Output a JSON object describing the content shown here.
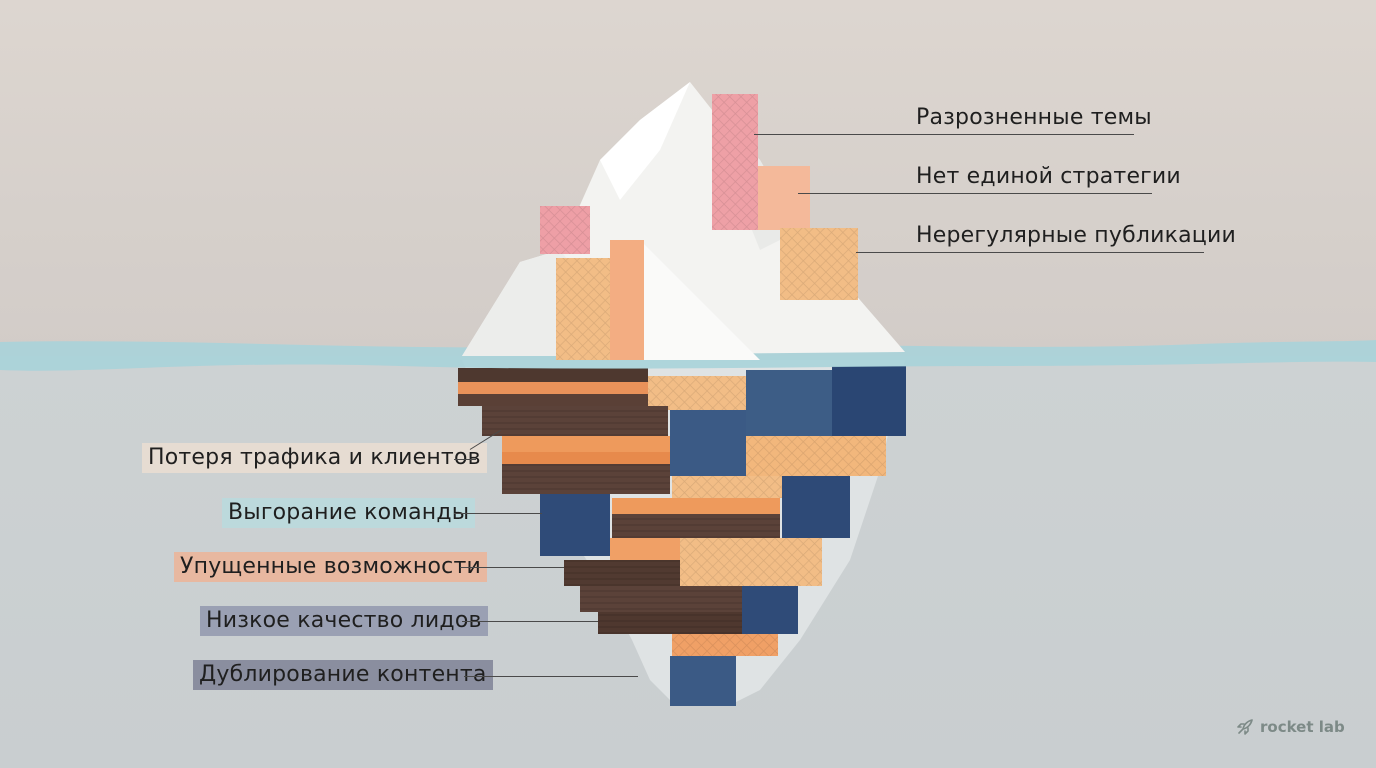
{
  "above_labels": [
    {
      "text": "Разрозненные темы"
    },
    {
      "text": "Нет единой стратегии"
    },
    {
      "text": "Нерегулярные публикации"
    }
  ],
  "below_labels": [
    {
      "text": "Потеря трафика и клиентов",
      "bg": "#e6dcd2"
    },
    {
      "text": "Выгорание команды",
      "bg": "#bcd9dc"
    },
    {
      "text": "Упущенные возможности",
      "bg": "#e8b8a0"
    },
    {
      "text": "Низкое качество лидов",
      "bg": "#9aa0b3"
    },
    {
      "text": "Дублирование контента",
      "bg": "#8a8e9f"
    }
  ],
  "brand": {
    "name": "rocket lab"
  },
  "colors": {
    "waterline": "#a9d3d9",
    "iceberg": "#f3f3f1",
    "pink_wafer": "#eea0a6",
    "peach_wafer": "#f2bd86",
    "salmon_wafer": "#f4b99a",
    "chocolate_wafer": "#5b4239",
    "orange_cream": "#ee9a5c",
    "navy_block": "#2f4b78"
  }
}
